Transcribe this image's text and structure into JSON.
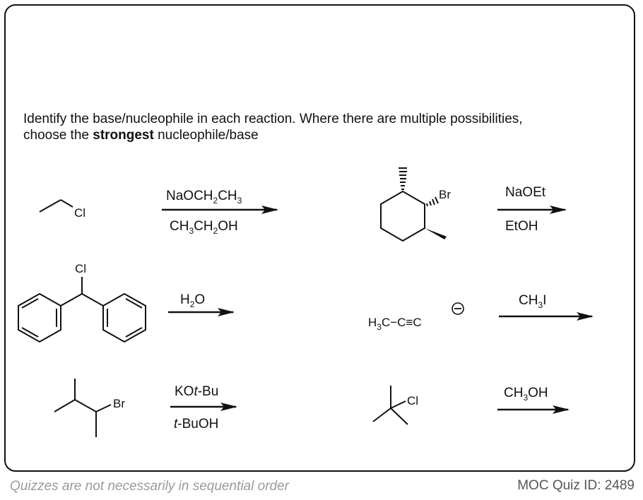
{
  "prompt": {
    "line1": "Identify the base/nucleophile in each reaction. Where there are multiple possibilities,",
    "line2_pre": "choose the ",
    "line2_bold": "strongest",
    "line2_post": " nucleophile/base"
  },
  "footer": {
    "note": "Quizzes are not necessarily in sequential order",
    "quiz_id": "MOC Quiz ID: 2489"
  },
  "atoms": {
    "cl": "Cl",
    "br": "Br",
    "c": "C",
    "h": "H",
    "three": "3"
  },
  "reactions": {
    "r1": {
      "above_a": "NaOCH",
      "above_b": "2",
      "above_c": "CH",
      "above_d": "3",
      "below_a": "CH",
      "below_b": "3",
      "below_c": "CH",
      "below_d": "2",
      "below_e": "OH"
    },
    "r2": {
      "above": "NaOEt",
      "below": "EtOH"
    },
    "r3": {
      "above_a": "H",
      "above_b": "2",
      "above_c": "O"
    },
    "r4": {
      "above_a": "CH",
      "above_b": "3",
      "above_c": "I",
      "sp_a": "H",
      "sp_b": "3",
      "sp_c": "C−C≡C",
      "charge": "−"
    },
    "r5": {
      "above_a": "KO",
      "above_b": "t",
      "above_c": "-Bu",
      "below_a": "t",
      "below_b": "-BuOH"
    },
    "r6": {
      "above_a": "CH",
      "above_b": "3",
      "above_c": "OH"
    }
  }
}
